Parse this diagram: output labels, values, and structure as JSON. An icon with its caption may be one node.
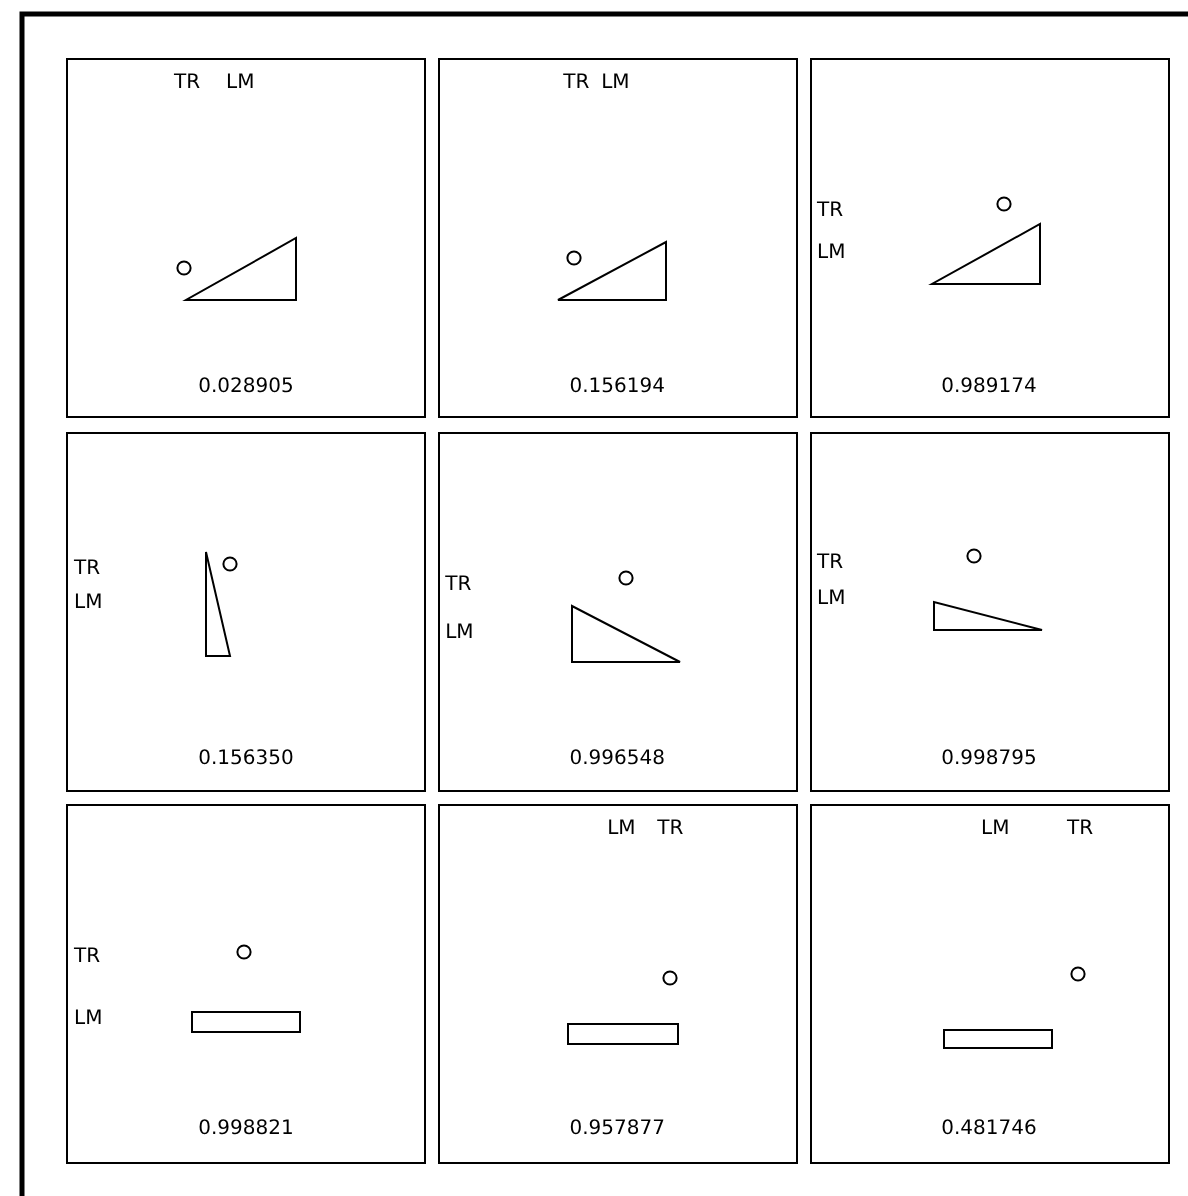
{
  "diagram": {
    "nodes": [
      {
        "text": [
          "TR",
          "LM",
          "0.028905"
        ]
      },
      {
        "text": [
          "TR",
          "LM",
          "0.156194"
        ]
      },
      {
        "text": [
          "TR",
          "LM",
          "0.989174"
        ]
      },
      {
        "text": [
          "TR",
          "LM",
          "0.156350"
        ]
      },
      {
        "text": [
          "TR",
          "LM",
          "0.996548"
        ]
      },
      {
        "text": [
          "TR",
          "LM",
          "0.998795"
        ]
      },
      {
        "text": [
          "TR",
          "LM",
          "0.998821"
        ]
      },
      {
        "text": [
          "LM",
          "TR",
          "0.957877"
        ]
      },
      {
        "text": [
          "LM",
          "TR",
          "0.481746"
        ]
      }
    ]
  }
}
